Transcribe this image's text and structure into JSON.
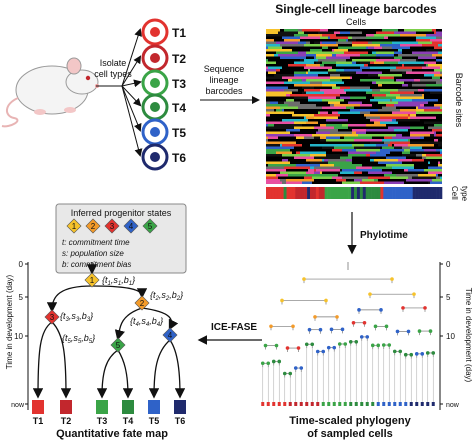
{
  "colors": {
    "t1": "#e2332f",
    "t2": "#c2272d",
    "t3": "#3aa447",
    "t4": "#2d8b3f",
    "t5": "#2f62c8",
    "t6": "#1f2a6d",
    "progenitor_box": "#e8e8e8",
    "state1": "#f6c22b",
    "state2": "#f39b2a",
    "state3": "#e2332f",
    "state4": "#2f62c8",
    "state5": "#3aa447"
  },
  "top": {
    "isolate_label": [
      "Isolate",
      "cell types"
    ],
    "sequence_label": [
      "Sequence",
      "lineage",
      "barcodes"
    ],
    "cell_types": [
      "T1",
      "T2",
      "T3",
      "T4",
      "T5",
      "T6"
    ]
  },
  "barcodes": {
    "title": "Single-cell lineage barcodes",
    "cells_label": "Cells",
    "sites_label": "Barcode sites",
    "celltype_label": [
      "Cell",
      "type"
    ]
  },
  "phylotime": "Phylotime",
  "icefase": "ICE-FASE",
  "legend": {
    "title": "Inferred progenitor states",
    "numbers": [
      "1",
      "2",
      "3",
      "4",
      "5"
    ],
    "lines": [
      "t: commitment time",
      "s: population size",
      "b: commitment bias"
    ]
  },
  "fatemap": {
    "ylabel": "Time in development (day)",
    "ticks": [
      "0",
      "5",
      "10"
    ],
    "now": "now",
    "caption": "Quantitative fate map",
    "nodes": [
      {
        "n": "1",
        "t": "t",
        "s": "s",
        "b": "b",
        "sub": "1"
      },
      {
        "n": "2",
        "t": "t",
        "s": "s",
        "b": "b",
        "sub": "2"
      },
      {
        "n": "3",
        "t": "t",
        "s": "s",
        "b": "b",
        "sub": "3"
      },
      {
        "n": "4",
        "t": "t",
        "s": "s",
        "b": "b",
        "sub": "4"
      },
      {
        "n": "5",
        "t": "t",
        "s": "s",
        "b": "b",
        "sub": "5"
      }
    ],
    "leaves": [
      "T1",
      "T2",
      "T3",
      "T4",
      "T5",
      "T6"
    ]
  },
  "phylogeny": {
    "ylabel": "Time in development (day)",
    "ticks": [
      "0",
      "5",
      "10"
    ],
    "now": "now",
    "caption": [
      "Time-scaled phylogeny",
      "of sampled cells"
    ]
  }
}
